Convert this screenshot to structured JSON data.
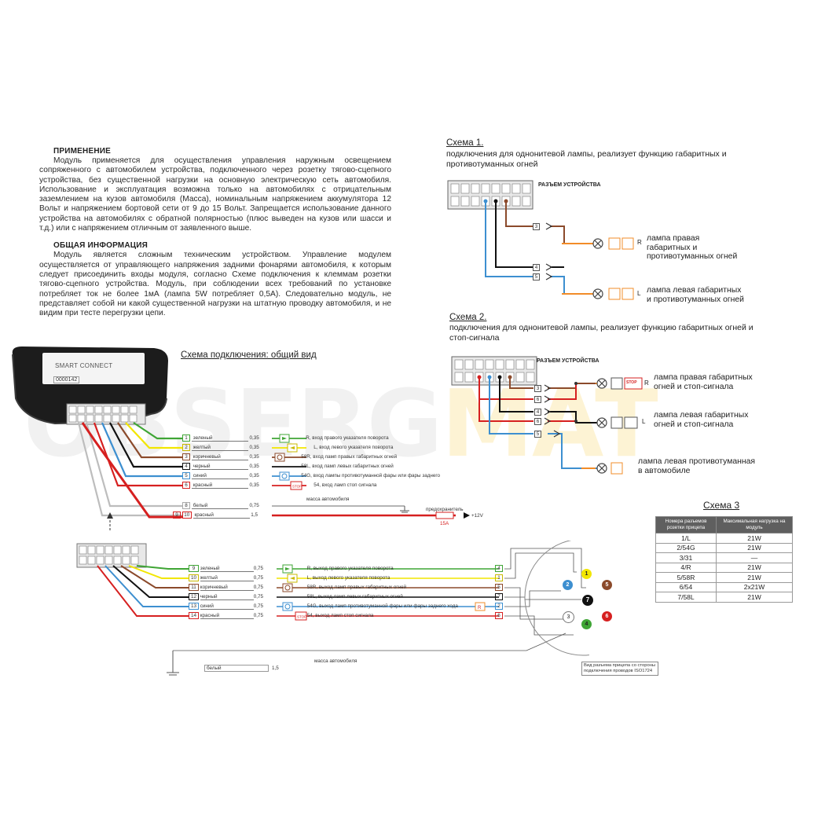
{
  "left_text": {
    "section1_title": "ПРИМЕНЕНИЕ",
    "section1_body": "Модуль применяется для осуществления управления наружным освещением сопряженного с автомобилем устройства, подключенного через розетку тягово-сцепного устройства, без существенной нагрузки на основную электрическую сеть автомобиля. Использование и эксплуатация возможна только на автомобилях с отрицательным заземлением на кузов автомобиля (Масса), номинальным напряжением аккумулятора 12 Вольт и напряжением бортовой сети от 9 до 15 Вольт. Запрещается использование данного устройства на автомобилях с обратной полярностью (плюс выведен на кузов или шасси и т.д.) или с напряжением отличным от заявленного выше.",
    "section2_title": "ОБЩАЯ ИНФОРМАЦИЯ",
    "section2_body": "Модуль является сложным техническим устройством. Управление модулем осуществляется от управляющего напряжения задними фонарями автомобиля, к которым следует присоединить входы модуля, согласно Схеме подключения к клеммам розетки тягово-сцепного устройства. Модуль, при соблюдении всех требований по установке потребляет ток не более 1мА (лампа 5W потребляет 0,5А). Следовательно модуль, не представляет собой ни какой существенной нагрузки на штатную проводку автомобиля, и не видим при тесте перегрузки цепи."
  },
  "device": {
    "name": "SMART CONNECT",
    "serial": "0000142"
  },
  "general_view_title": "Схема подключения: общий вид",
  "watermark": {
    "part1": "OBSERG",
    "part2": "MAT"
  },
  "upper_wires": [
    {
      "n": "1",
      "color": "#3fa535",
      "name": "зеленый",
      "gauge": "0,35",
      "desc": "R, вход  правого указателя поворота",
      "icon": "arrow-right"
    },
    {
      "n": "2",
      "color": "#f2e600",
      "name": "желтый",
      "gauge": "0,35",
      "desc": "L, вход левого указателя поворота",
      "icon": "arrow-left"
    },
    {
      "n": "3",
      "color": "#8b4a2b",
      "name": "коричневый",
      "gauge": "0,35",
      "desc": "58R, вход ламп правых габаритных огней",
      "icon": "lamp"
    },
    {
      "n": "4",
      "color": "#111111",
      "name": "черный",
      "gauge": "0,35",
      "desc": "58L, вход  ламп  левых габаритных огней",
      "icon": "lamp"
    },
    {
      "n": "5",
      "color": "#3d8fd0",
      "name": "синий",
      "gauge": "0,35",
      "desc": "54G, вход лампы противотуманной фары или фары заднего",
      "icon": "fog"
    },
    {
      "n": "6",
      "color": "#d62020",
      "name": "красный",
      "gauge": "0,35",
      "desc": "54, вход ламп стоп сигнала",
      "icon": "stop"
    }
  ],
  "upper_power": [
    {
      "n": "8",
      "name": "белый",
      "gauge": "0,75",
      "desc": "масса автомобиля"
    },
    {
      "n": "9",
      "n2": "10",
      "name": "красный",
      "gauge": "1,5",
      "desc": "предохранитель",
      "fuse": "15A",
      "voltage": "+12V"
    }
  ],
  "lower_wires": [
    {
      "n": "9",
      "color": "#3fa535",
      "name": "зеленый",
      "gauge": "0,75",
      "desc": "R, выход правого указателя поворота",
      "pin": "4",
      "icon": "arrow-right"
    },
    {
      "n": "10",
      "color": "#f2e600",
      "name": "желтый",
      "gauge": "0,75",
      "desc": "L, выход  левого указателя поворота",
      "pin": "1",
      "icon": "arrow-left"
    },
    {
      "n": "11",
      "color": "#8b4a2b",
      "name": "коричневый",
      "gauge": "0,75",
      "desc": "58R, выход ламп правых габаритных огней",
      "pin": "5",
      "icon": "lamp"
    },
    {
      "n": "12",
      "color": "#111111",
      "name": "черный",
      "gauge": "0,75",
      "desc": "58L, выход ламп левых габаритных огней",
      "pin": "7",
      "icon": "lamp"
    },
    {
      "n": "13",
      "color": "#3d8fd0",
      "name": "синий",
      "gauge": "0,75",
      "desc": "54G, выход ламп противотуманной фары или фары заднего хода",
      "pin": "2",
      "icon": "fog"
    },
    {
      "n": "14",
      "color": "#d62020",
      "name": "красный",
      "gauge": "0,75",
      "desc": "54, выход ламп стоп сигнала",
      "pin": "6",
      "icon": "stop"
    }
  ],
  "lower_ground": {
    "name": "белый",
    "gauge": "1,5",
    "desc": "масса автомобиля"
  },
  "socket_caption": "Вид разъема прицепа со стороны подключения проводов ISO1724",
  "socket_pins": [
    "1",
    "2",
    "3",
    "4",
    "5",
    "6",
    "7"
  ],
  "scheme1": {
    "title": "Схема 1.",
    "subtitle": "подключения для однонитевой лампы, реализует функцию габаритных и противотуманных огней",
    "connector": "РАЗЪЕМ УСТРОЙСТВА",
    "wire_tags": [
      "3",
      "4",
      "5"
    ],
    "lamp_right": "лампа правая габаритных и противотуманных огней",
    "lamp_left": "лампа левая габаритных и противотуманных огней",
    "side_r": "R",
    "side_l": "L"
  },
  "scheme2": {
    "title": "Схема 2.",
    "subtitle": "подключения для однонитевой лампы, реализует функцию габаритных огней и стоп-сигнала",
    "connector": "РАЗЪЕМ УСТРОЙСТВА",
    "wire_tags": [
      "3",
      "6",
      "4",
      "6",
      "5"
    ],
    "lamp_right": "лампа правая габаритных огней и стоп-сигнала",
    "lamp_left": "лампа левая габаритных огней и стоп-сигнала",
    "lamp_fog": "лампа левая противотуманная в автомобиле",
    "side_r": "R",
    "side_l": "L",
    "stop": "STOP"
  },
  "scheme3": {
    "title": "Схема 3",
    "headers": [
      "Номера разъемов розетки прицепа",
      "Максимальная нагрузка на модуль"
    ],
    "rows": [
      [
        "1/L",
        "21W"
      ],
      [
        "2/54G",
        "21W"
      ],
      [
        "3/31",
        "—"
      ],
      [
        "4/R",
        "21W"
      ],
      [
        "5/58R",
        "21W"
      ],
      [
        "6/54",
        "2x21W"
      ],
      [
        "7/58L",
        "21W"
      ]
    ]
  },
  "colors": {
    "green": "#3fa535",
    "yellow": "#f2e600",
    "brown": "#8b4a2b",
    "black": "#111111",
    "blue": "#3d8fd0",
    "red": "#d62020",
    "orange": "#f28c28",
    "grey": "#8a8a8a"
  }
}
